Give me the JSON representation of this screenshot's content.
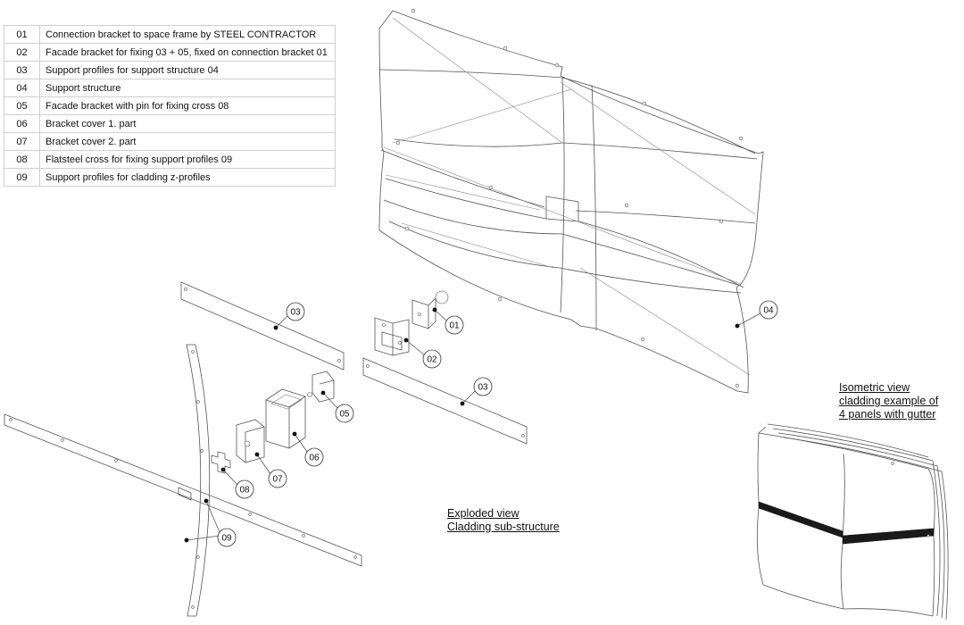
{
  "legend": [
    {
      "code": "01",
      "text": "Connection bracket to space frame by STEEL CONTRACTOR"
    },
    {
      "code": "02",
      "text": "Facade bracket for fixing 03 + 05, fixed on connection bracket 01"
    },
    {
      "code": "03",
      "text": "Support profiles for support structure 04"
    },
    {
      "code": "04",
      "text": "Support structure"
    },
    {
      "code": "05",
      "text": "Facade bracket with pin for fixing cross 08"
    },
    {
      "code": "06",
      "text": "Bracket cover 1. part"
    },
    {
      "code": "07",
      "text": "Bracket cover 2. part"
    },
    {
      "code": "08",
      "text": "Flatsteel cross for fixing support profiles 09"
    },
    {
      "code": "09",
      "text": "Support profiles for cladding z-profiles"
    }
  ],
  "captions": {
    "exploded_line1": "Exploded view",
    "exploded_line2": "Cladding sub-structure",
    "iso_line1": "Isometric view",
    "iso_line2": "cladding example of",
    "iso_line3": "4 panels with gutter"
  },
  "callouts": {
    "c01": "01",
    "c02": "02",
    "c03a": "03",
    "c03b": "03",
    "c04": "04",
    "c05": "05",
    "c06": "06",
    "c07": "07",
    "c08": "08",
    "c09": "09"
  }
}
